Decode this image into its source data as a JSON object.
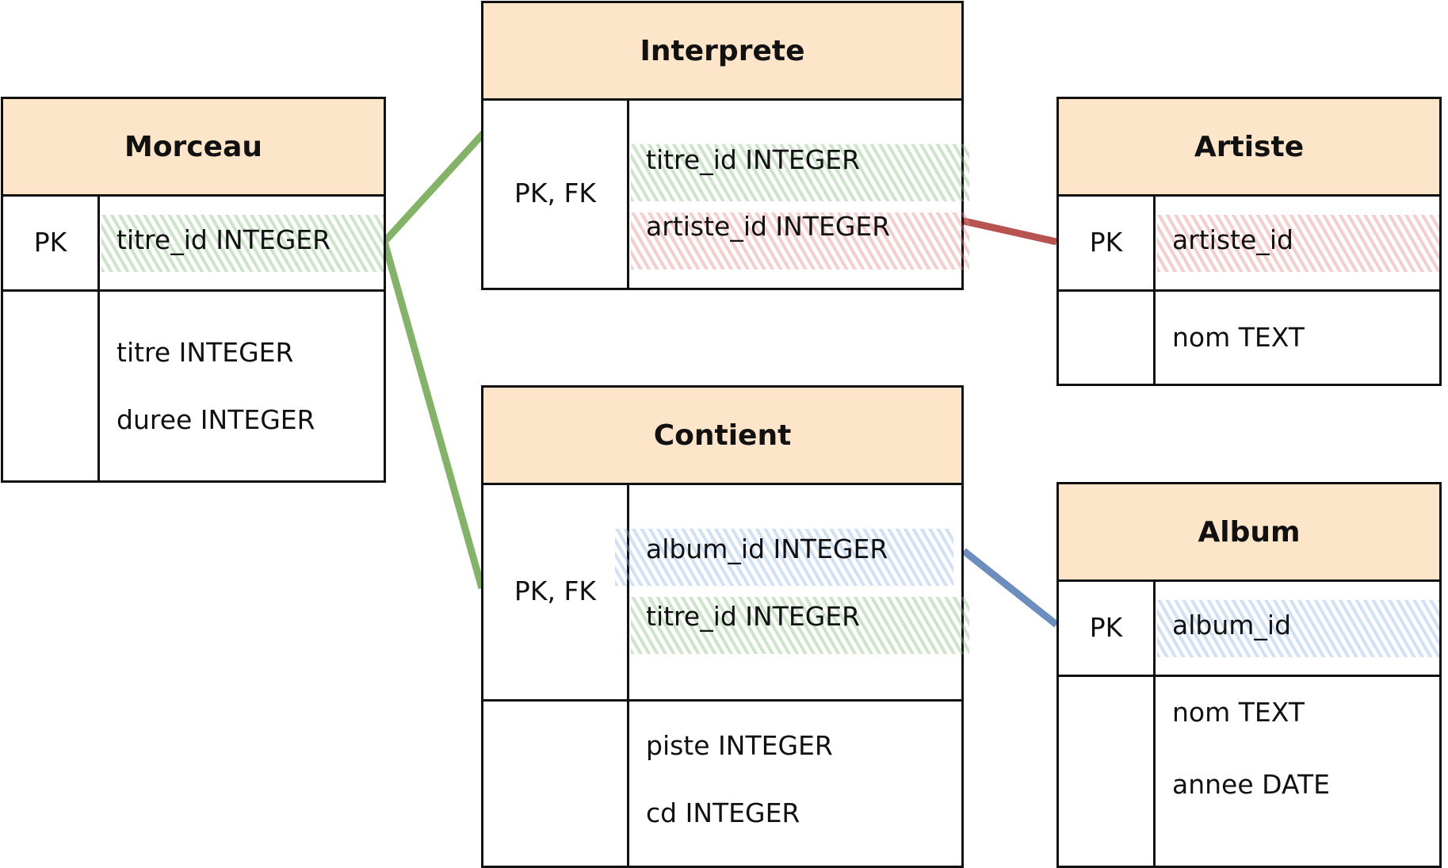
{
  "colors": {
    "header_fill": "#fde5c9",
    "link_green": "#82b366",
    "link_red": "#b85450",
    "link_blue": "#6c8ebf"
  },
  "tables": {
    "morceau": {
      "name": "Morceau",
      "pk_label": "PK",
      "pk_field": "titre_id INTEGER",
      "fields": [
        "titre INTEGER",
        "duree INTEGER"
      ]
    },
    "interprete": {
      "name": "Interprete",
      "pk_label": "PK, FK",
      "pk_fields": [
        "titre_id INTEGER",
        "artiste_id INTEGER"
      ]
    },
    "artiste": {
      "name": "Artiste",
      "pk_label": "PK",
      "pk_field": "artiste_id",
      "fields": [
        "nom TEXT"
      ]
    },
    "contient": {
      "name": "Contient",
      "pk_label": "PK, FK",
      "pk_fields": [
        "album_id INTEGER",
        "titre_id INTEGER"
      ],
      "fields": [
        "piste INTEGER",
        "cd INTEGER"
      ]
    },
    "album": {
      "name": "Album",
      "pk_label": "PK",
      "pk_field": "album_id",
      "fields": [
        "nom TEXT",
        "annee DATE"
      ]
    }
  },
  "relations": [
    {
      "from": "Morceau.titre_id",
      "to": "Interprete.titre_id",
      "color": "green"
    },
    {
      "from": "Morceau.titre_id",
      "to": "Contient.titre_id",
      "color": "green"
    },
    {
      "from": "Interprete.artiste_id",
      "to": "Artiste.artiste_id",
      "color": "red"
    },
    {
      "from": "Contient.album_id",
      "to": "Album.album_id",
      "color": "blue"
    }
  ]
}
